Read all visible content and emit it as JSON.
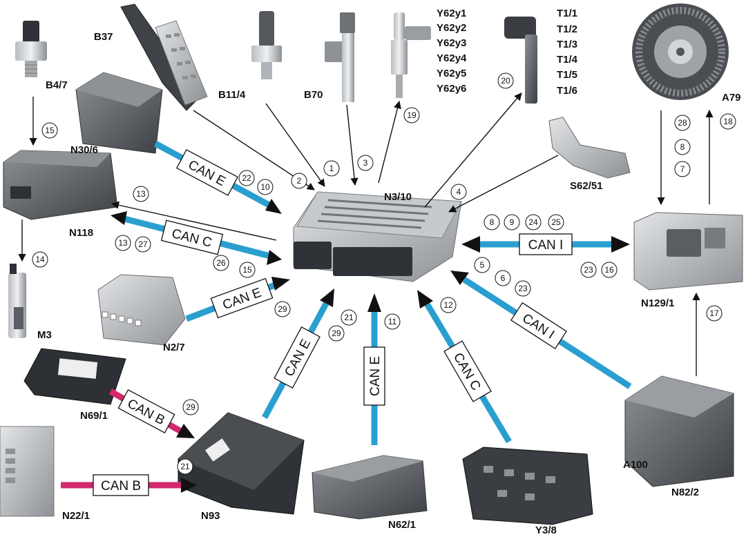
{
  "components": {
    "ecu": "N3/10",
    "b4_7": "B4/7",
    "b37": "B37",
    "b11_4": "B11/4",
    "b70": "B70",
    "injectors": [
      "Y62y1",
      "Y62y2",
      "Y62y3",
      "Y62y4",
      "Y62y5",
      "Y62y6"
    ],
    "coils": [
      "T1/1",
      "T1/2",
      "T1/3",
      "T1/4",
      "T1/5",
      "T1/6"
    ],
    "a79": "A79",
    "n30_6": "N30/6",
    "n118": "N118",
    "s62_51": "S62/51",
    "m3": "M3",
    "n129_1": "N129/1",
    "n2_7": "N2/7",
    "n69_1": "N69/1",
    "a100": "A100",
    "n82_2": "N82/2",
    "n22_1": "N22/1",
    "n93": "N93",
    "n62_1": "N62/1",
    "y3_8": "Y3/8"
  },
  "buses": {
    "can_e": "CAN E",
    "can_c": "CAN C",
    "can_i": "CAN I",
    "can_b": "CAN B"
  },
  "numbers": {
    "n1": "1",
    "n2": "2",
    "n3": "3",
    "n4": "4",
    "n5": "5",
    "n6": "6",
    "n7": "7",
    "n8": "8",
    "n9": "9",
    "n10": "10",
    "n11": "11",
    "n12": "12",
    "n13": "13",
    "n14": "14",
    "n15": "15",
    "n16": "16",
    "n17": "17",
    "n18": "18",
    "n19": "19",
    "n20": "20",
    "n21": "21",
    "n22": "22",
    "n23": "23",
    "n24": "24",
    "n25": "25",
    "n26": "26",
    "n27": "27",
    "n28": "28",
    "n29": "29"
  },
  "colors": {
    "can_blue": "#2a9fcf",
    "can_b_magenta": "#d4286e",
    "component_dark": "#55585c",
    "component_light": "#9ea2a6"
  }
}
